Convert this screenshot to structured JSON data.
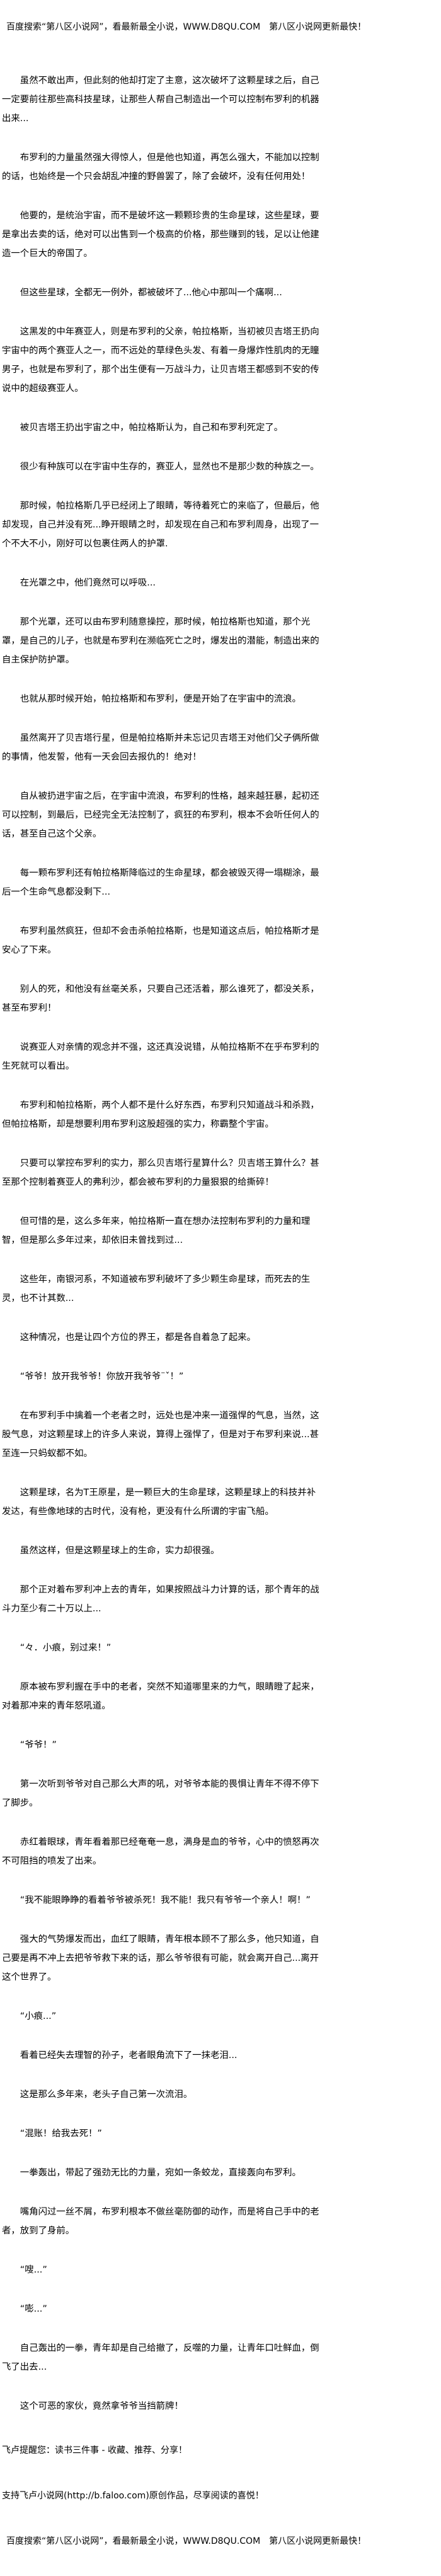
{
  "header": {
    "banner": "百度搜索“第八区小说网”，看最新最全小说，WWW.D8QU.COM　第八区小说网更新最快！"
  },
  "paragraphs": [
    "虽然不敢出声，但此刻的他却打定了主意，这次破坏了这颗星球之后，自己一定要前往那些高科技星球，让那些人帮自己制造出一个可以控制布罗利的机器出来...",
    "布罗利的力量虽然强大得惊人，但是他也知道，再怎么强大，不能加以控制的话，也始终是一个只会胡乱冲撞的野兽罢了，除了会破坏，没有任何用处！",
    "他要的，是统治宇宙，而不是破坏这一颗颗珍贵的生命星球，这些星球，要是拿出去卖的话，绝对可以出售到一个极高的价格，那些赚到的钱，足以让他建造一个巨大的帝国了。",
    "但这些星球，全都无一例外，都被破坏了...他心中那叫一个痛啊...",
    "这黑发的中年赛亚人，则是布罗利的父亲，帕拉格斯，当初被贝吉塔王扔向宇宙中的两个赛亚人之一，而不远处的草绿色头发、有着一身爆炸性肌肉的无瞳男子，也就是布罗利了，那个出生便有一万战斗力，让贝吉塔王都感到不安的传说中的超级赛亚人。",
    "被贝吉塔王扔出宇宙之中，帕拉格斯认为，自己和布罗利死定了。",
    "很少有种族可以在宇宙中生存的，赛亚人，显然也不是那少数的种族之一。",
    "那时候，帕拉格斯几乎已经闭上了眼睛，等待着死亡的来临了，但最后，他却发现，自己并没有死...睁开眼睛之时，却发现在自己和布罗利周身，出现了一个不大不小，刚好可以包裹住两人的护罩.",
    "在光罩之中，他们竟然可以呼吸...",
    "那个光罩，还可以由布罗利随意操控，那时候，帕拉格斯也知道，那个光罩，是自己的儿子，也就是布罗利在濒临死亡之时，爆发出的潜能，制造出来的自主保护防护罩。",
    "也就从那时候开始，帕拉格斯和布罗利，便是开始了在宇宙中的流浪。",
    "虽然离开了贝吉塔行星，但是帕拉格斯并未忘记贝吉塔王对他们父子俩所做的事情，他发誓，他有一天会回去报仇的！绝对！",
    "自从被扔进宇宙之后，在宇宙中流浪，布罗利的性格，越来越狂暴，起初还可以控制，到最后，已经完全无法控制了，疯狂的布罗利，根本不会听任何人的话，甚至自己这个父亲。",
    "每一颗布罗利还有帕拉格斯降临过的生命星球，都会被毁灭得一塌糊涂，最后一个生命气息都没剩下...",
    "布罗利虽然疯狂，但却不会击杀帕拉格斯，也是知道这点后，帕拉格斯才是安心了下来。",
    "别人的死，和他没有丝毫关系，只要自己还活着，那么谁死了，都没关系，甚至布罗利！",
    "说赛亚人对亲情的观念并不强，这还真没说错，从帕拉格斯不在乎布罗利的生死就可以看出。",
    "布罗利和帕拉格斯，两个人都不是什么好东西，布罗利只知道战斗和杀戮，但帕拉格斯，却是想要利用布罗利这股超强的实力，称霸整个宇宙。",
    "只要可以掌控布罗利的实力，那么贝吉塔行星算什么？贝吉塔王算什么？甚至那个控制着赛亚人的弗利沙，都会被布罗利的力量狠狠的给撕碎！",
    "但可惜的是，这么多年来，帕拉格斯一直在想办法控制布罗利的力量和理智，但是那么多年过来，却依旧未曾找到过...",
    "这些年，南银河系，不知道被布罗利破坏了多少颗生命星球，而死去的生灵，也不计其数...",
    "这种情况，也是让四个方位的界王，都是各自着急了起来。",
    "“爷爷！放开我爷爷！你放开我爷爷¨ˇ！”",
    "在布罗利手中擒着一个老者之时，远处也是冲来一道强悍的气息，当然，这股气息，对这颗星球上的许多人来说，算得上强悍了，但是对于布罗利来说...甚至连一只蚂蚁都不如。",
    "这颗星球，名为T王原星，是一颗巨大的生命星球，这颗星球上的科技并补发达，有些像地球的古时代，没有枪，更没有什么所谓的宇宙飞船。",
    "虽然这样，但是这颗星球上的生命，实力却很强。",
    "那个正对着布罗利冲上去的青年，如果按照战斗力计算的话，那个青年的战斗力至少有二十万以上...",
    "“々．小痕，别过来！”",
    "原本被布罗利握在手中的老者，突然不知道哪里来的力气，眼睛瞪了起来，对着那冲来的青年怒吼道。",
    "“爷爷！”",
    "第一次听到爷爷对自己那么大声的吼，对爷爷本能的畏惧让青年不得不停下了脚步。",
    "赤红着眼球，青年看着那已经奄奄一息，满身是血的爷爷，心中的愤怒再次不可阻挡的喷发了出来。",
    "“我不能眼睁睁的看着爷爷被杀死！我不能！我只有爷爷一个亲人！啊！”",
    "强大的气势爆发而出，血红了眼睛，青年根本顾不了那么多，他只知道，自己要是再不冲上去把爷爷救下来的话，那么爷爷很有可能，就会离开自己...离开这个世界了。",
    "“小痕...”",
    "看着已经失去理智的孙子，老者眼角流下了一抹老泪...",
    "这是那么多年来，老头子自己第一次流泪。",
    "“混账！给我去死！”",
    "一拳轰出，带起了强劲无比的力量，宛如一条蛟龙，直接轰向布罗利。",
    "嘴角闪过一丝不屑，布罗利根本不做丝毫防御的动作，而是将自己手中的老者，放到了身前。",
    "“嗖...”",
    "“嘭...”",
    "自己轰出的一拳，青年却是自己给撤了，反噬的力量，让青年口吐鲜血，倒飞了出去...",
    "这个可恶的家伙，竟然拿爷爷当挡箭牌！"
  ],
  "footer": {
    "reminder": "飞卢提醒您：读书三件事 - 收藏、推荐、分享！",
    "support": "支持飞卢小说网(http://b.faloo.com)原创作品，尽享阅读的喜悦！",
    "banner": "百度搜索“第八区小说网”，看最新最全小说，WWW.D8QU.COM　第八区小说网更新最快！"
  }
}
